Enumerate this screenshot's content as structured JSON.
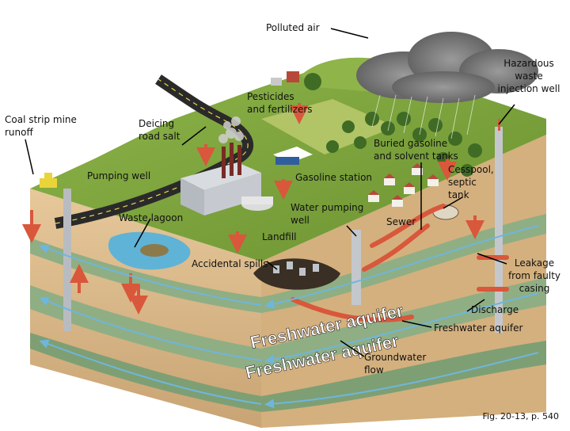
{
  "diagram": {
    "labels": {
      "polluted_air": "Polluted air",
      "hazardous_waste_l1": "Hazardous",
      "hazardous_waste_l2": "waste",
      "hazardous_waste_l3": "injection well",
      "pesticides_l1": "Pesticides",
      "pesticides_l2": "and fertilizers",
      "coal_l1": "Coal strip mine",
      "coal_l2": "runoff",
      "deicing_l1": "Deicing",
      "deicing_l2": "road salt",
      "buried_l1": "Buried gasoline",
      "buried_l2": "and solvent tanks",
      "cesspool_l1": "Cesspool,",
      "cesspool_l2": "septic",
      "cesspool_l3": "tank",
      "pumping_well": "Pumping well",
      "gasoline_station": "Gasoline station",
      "water_pumping_l1": "Water pumping",
      "water_pumping_l2": "well",
      "waste_lagoon": "Waste lagoon",
      "sewer": "Sewer",
      "landfill": "Landfill",
      "accidental_spills": "Accidental spills",
      "leakage_l1": "Leakage",
      "leakage_l2": "from faulty",
      "leakage_l3": "casing",
      "discharge": "Discharge",
      "freshwater_aquifer": "Freshwater aquifer",
      "groundwater_l1": "Groundwater",
      "groundwater_l2": "flow",
      "aquifer_text": "Freshwater aquifer"
    },
    "caption": "Fig. 20-13, p. 540",
    "colors": {
      "grass": "#7da23a",
      "soil": "#d9b987",
      "aquifer_green": "#8fae84",
      "pipe_red": "#d9573b",
      "flow_blue": "#6fb6dc",
      "road": "#2a2a2a"
    }
  }
}
